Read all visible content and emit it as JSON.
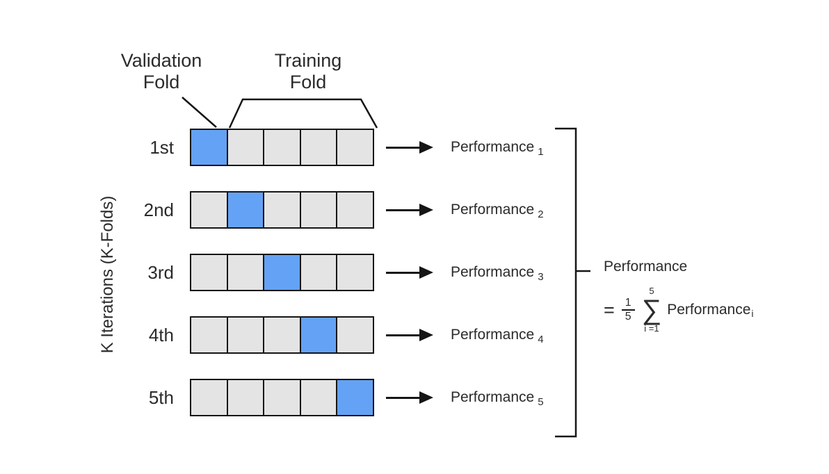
{
  "colors": {
    "validation_fill": "#64a2f5",
    "training_fill": "#e4e4e4",
    "stroke": "#161616",
    "text": "#2b2b2b",
    "background": "#ffffff"
  },
  "annotations": {
    "validation_label_line1": "Validation",
    "validation_label_line2": "Fold",
    "training_label_line1": "Training",
    "training_label_line2": "Fold",
    "y_axis_label": "K Iterations (K-Folds)"
  },
  "folds_per_row": 5,
  "rows": [
    {
      "label": "1st",
      "validation_index": 0,
      "performance": {
        "text": "Performance",
        "subscript": "1"
      }
    },
    {
      "label": "2nd",
      "validation_index": 1,
      "performance": {
        "text": "Performance",
        "subscript": "2"
      }
    },
    {
      "label": "3rd",
      "validation_index": 2,
      "performance": {
        "text": "Performance",
        "subscript": "3"
      }
    },
    {
      "label": "4th",
      "validation_index": 3,
      "performance": {
        "text": "Performance",
        "subscript": "4"
      }
    },
    {
      "label": "5th",
      "validation_index": 4,
      "performance": {
        "text": "Performance",
        "subscript": "5"
      }
    }
  ],
  "formula": {
    "title": "Performance",
    "equals": "=",
    "fraction": {
      "numerator": "1",
      "denominator": "5"
    },
    "sum": {
      "symbol": "∑",
      "upper": "5",
      "lower": "i =1"
    },
    "term": {
      "text": "Performance",
      "subscript": "i"
    }
  }
}
